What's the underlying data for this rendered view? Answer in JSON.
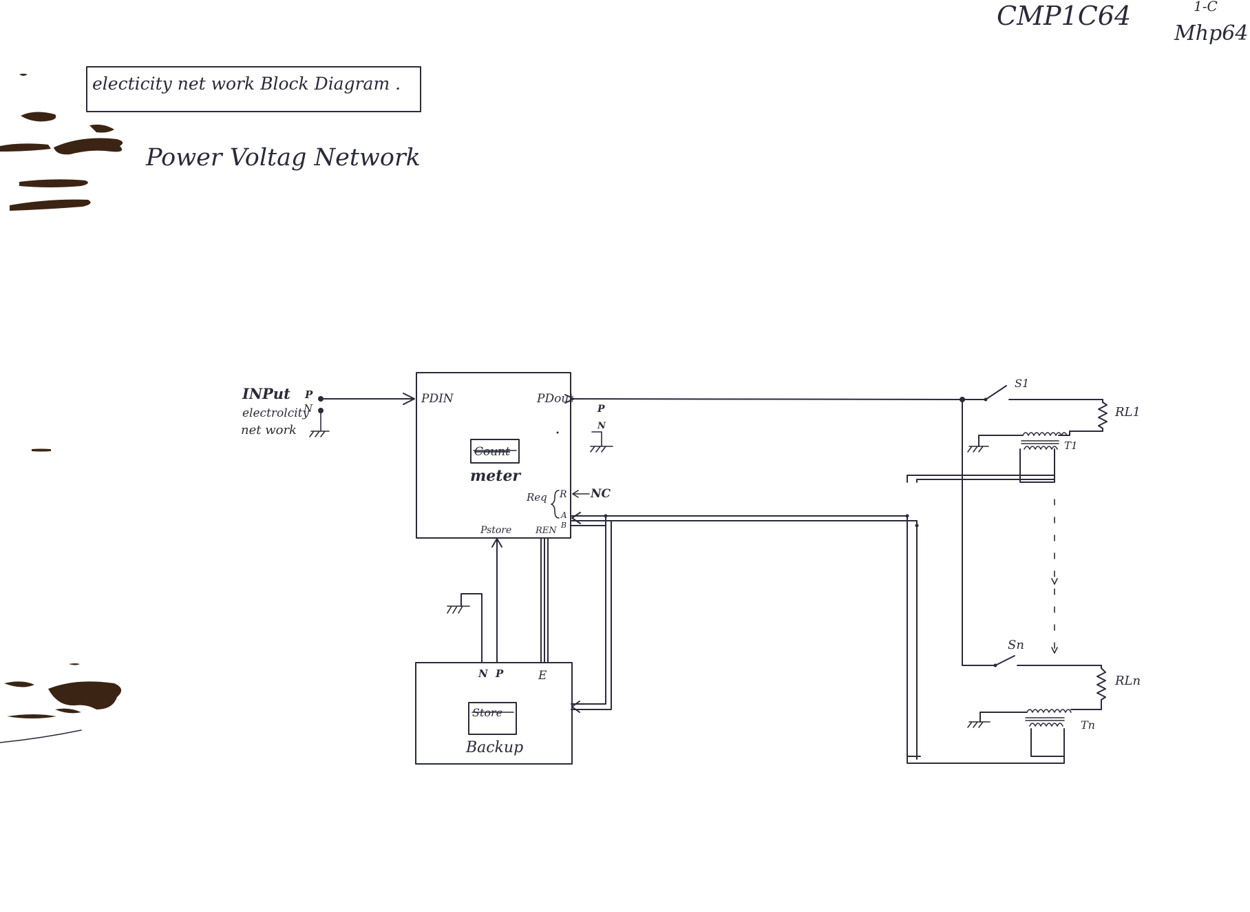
{
  "header": {
    "code_1": "CMP1C64",
    "code_2": "1-C",
    "code_3": "Mhp64.",
    "title": "electicity net work Block Diagram .",
    "subtitle": "Power Voltag Network"
  },
  "input": {
    "label_1": "INPut",
    "label_2": "electrolcity",
    "label_3": "net work",
    "p_label": "P",
    "n_label": "N"
  },
  "meter": {
    "port_in": "PDIN",
    "port_out": "PDout",
    "out_p": "P",
    "out_n": "N",
    "struck_label": "Count",
    "label": "meter",
    "req_label": "Req",
    "r_label": "R",
    "a_label": "A",
    "b_label": "B",
    "nc_label": "NC",
    "store_label": "Pstore",
    "ren_label": "REN"
  },
  "backup": {
    "n_label": "N",
    "p_label": "P",
    "e_label": "E",
    "struck_label": "Store",
    "label": "Backup"
  },
  "loads": {
    "s1": "S1",
    "sn": "Sn",
    "rl1": "RL1",
    "rln": "RLn",
    "t1": "T1",
    "tn": "Tn"
  }
}
